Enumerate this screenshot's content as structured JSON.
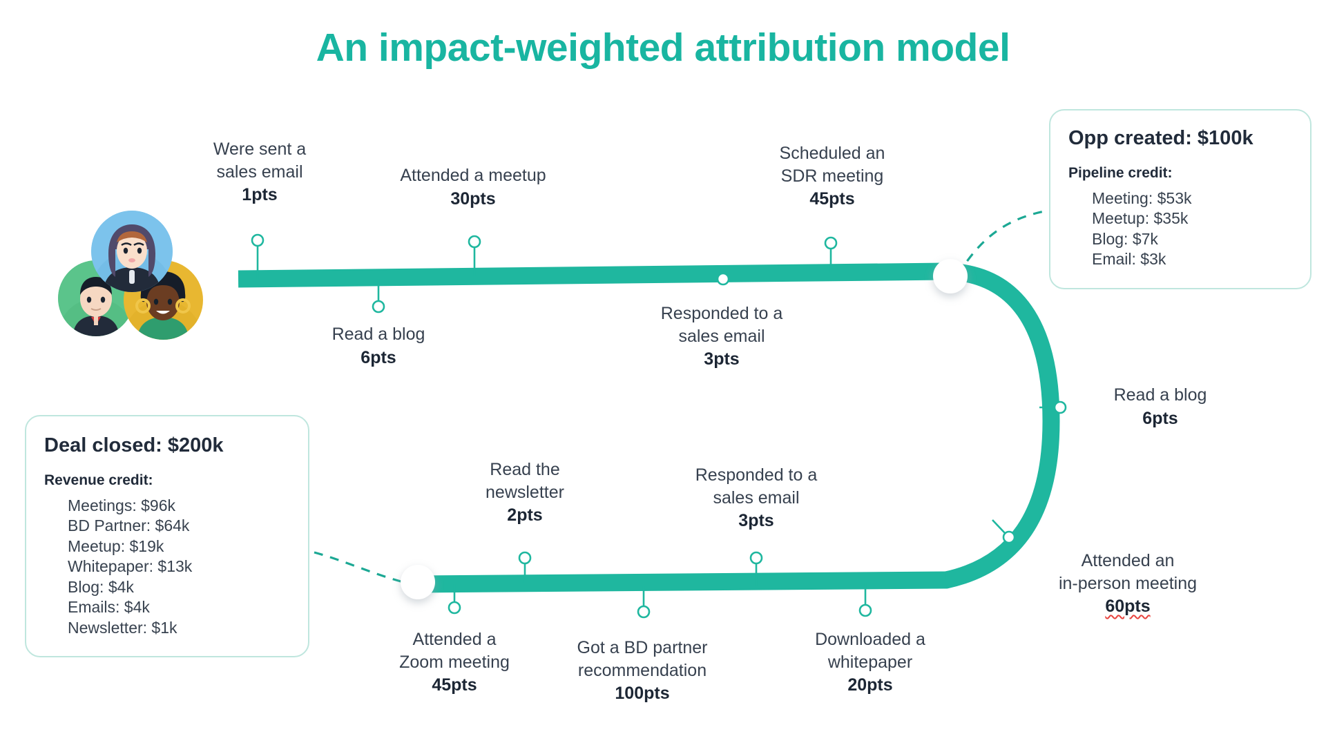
{
  "page": {
    "title": "An impact-weighted attribution model",
    "accent_teal": "#19b5a1",
    "line_teal": "#1fb79f",
    "text_dark": "#26303f",
    "card_border": "#bfe6de",
    "spellcheck_red": "#e8433e",
    "background": "#ffffff"
  },
  "persona": {
    "label": "buyer-group-avatars",
    "avatars": [
      {
        "name": "avatar-top",
        "color": "#7cc3ec"
      },
      {
        "name": "avatar-left",
        "color": "#5bc48b"
      },
      {
        "name": "avatar-right",
        "color": "#e8b731"
      }
    ]
  },
  "cards": {
    "opp": {
      "title": "Opp created: $100k",
      "subtitle": "Pipeline credit:",
      "items": [
        "Meeting: $53k",
        "Meetup: $35k",
        "Blog: $7k",
        "Email: $3k"
      ]
    },
    "deal": {
      "title": "Deal closed: $200k",
      "subtitle": "Revenue credit:",
      "items": [
        "Meetings: $96k",
        "BD Partner: $64k",
        "Meetup: $19k",
        "Whitepaper: $13k",
        "Blog: $4k",
        "Emails: $4k",
        "Newsletter: $1k"
      ]
    }
  },
  "touchpoints": [
    {
      "id": "sales-email-sent",
      "lines": [
        "Were sent a",
        "sales email"
      ],
      "points": "1pts",
      "side": "above",
      "misspelled": false
    },
    {
      "id": "attended-meetup",
      "lines": [
        "Attended a meetup"
      ],
      "points": "30pts",
      "side": "above",
      "misspelled": false
    },
    {
      "id": "scheduled-sdr",
      "lines": [
        "Scheduled an",
        "SDR meeting"
      ],
      "points": "45pts",
      "side": "above",
      "misspelled": false
    },
    {
      "id": "read-a-blog-top",
      "lines": [
        "Read a blog"
      ],
      "points": "6pts",
      "side": "below",
      "misspelled": false
    },
    {
      "id": "responded-email-top",
      "lines": [
        "Responded to a",
        "sales email"
      ],
      "points": "3pts",
      "side": "below",
      "misspelled": false
    },
    {
      "id": "read-a-blog-right",
      "lines": [
        "Read a blog"
      ],
      "points": "6pts",
      "side": "right",
      "misspelled": false
    },
    {
      "id": "in-person-meeting",
      "lines": [
        "Attended an",
        "in-person meeting"
      ],
      "points": "60pts",
      "side": "right",
      "misspelled": true
    },
    {
      "id": "read-newsletter",
      "lines": [
        "Read the",
        "newsletter"
      ],
      "points": "2pts",
      "side": "above",
      "misspelled": false
    },
    {
      "id": "responded-email-bot",
      "lines": [
        "Responded to a",
        "sales email"
      ],
      "points": "3pts",
      "side": "above",
      "misspelled": false
    },
    {
      "id": "zoom-meeting",
      "lines": [
        "Attended a",
        "Zoom meeting"
      ],
      "points": "45pts",
      "side": "below",
      "misspelled": false
    },
    {
      "id": "bd-partner-rec",
      "lines": [
        "Got a BD partner",
        "recommendation"
      ],
      "points": "100pts",
      "side": "below",
      "misspelled": false
    },
    {
      "id": "downloaded-wp",
      "lines": [
        "Downloaded a",
        "whitepaper"
      ],
      "points": "20pts",
      "side": "below",
      "misspelled": false
    }
  ],
  "chart_data": {
    "type": "diagram",
    "title": "An impact-weighted attribution model",
    "description": "A looping buyer-journey timeline showing weighted touchpoint scores leading to an opportunity and a closed deal.",
    "series": [
      {
        "name": "Touchpoint scores",
        "categories": [
          "Were sent a sales email",
          "Read a blog",
          "Attended a meetup",
          "Responded to a sales email",
          "Scheduled an SDR meeting",
          "Read a blog",
          "Attended an in-person meeting",
          "Attended a Zoom meeting",
          "Read the newsletter",
          "Got a BD partner recommendation",
          "Responded to a sales email",
          "Downloaded a whitepaper"
        ],
        "values": [
          1,
          6,
          30,
          3,
          45,
          6,
          60,
          45,
          2,
          100,
          3,
          20
        ],
        "unit": "pts"
      }
    ],
    "outcomes": [
      {
        "name": "Opp created",
        "value": 100000,
        "display": "$100k",
        "credit_label": "Pipeline credit:",
        "credit": [
          {
            "label": "Meeting",
            "display": "$53k",
            "value": 53000
          },
          {
            "label": "Meetup",
            "display": "$35k",
            "value": 35000
          },
          {
            "label": "Blog",
            "display": "$7k",
            "value": 7000
          },
          {
            "label": "Email",
            "display": "$3k",
            "value": 3000
          }
        ]
      },
      {
        "name": "Deal closed",
        "value": 200000,
        "display": "$200k",
        "credit_label": "Revenue credit:",
        "credit": [
          {
            "label": "Meetings",
            "display": "$96k",
            "value": 96000
          },
          {
            "label": "BD Partner",
            "display": "$64k",
            "value": 64000
          },
          {
            "label": "Meetup",
            "display": "$19k",
            "value": 19000
          },
          {
            "label": "Whitepaper",
            "display": "$13k",
            "value": 13000
          },
          {
            "label": "Blog",
            "display": "$4k",
            "value": 4000
          },
          {
            "label": "Emails",
            "display": "$4k",
            "value": 4000
          },
          {
            "label": "Newsletter",
            "display": "$1k",
            "value": 1000
          }
        ]
      }
    ]
  }
}
